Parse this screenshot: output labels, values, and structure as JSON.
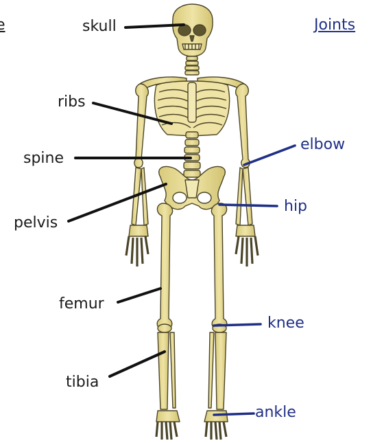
{
  "heading": "Joints",
  "edge_fragment": "e",
  "bones": [
    {
      "id": "skull",
      "label": "skull"
    },
    {
      "id": "ribs",
      "label": "ribs"
    },
    {
      "id": "spine",
      "label": "spine"
    },
    {
      "id": "pelvis",
      "label": "pelvis"
    },
    {
      "id": "femur",
      "label": "femur"
    },
    {
      "id": "tibia",
      "label": "tibia"
    }
  ],
  "joints": [
    {
      "id": "elbow",
      "label": "elbow"
    },
    {
      "id": "hip",
      "label": "hip"
    },
    {
      "id": "knee",
      "label": "knee"
    },
    {
      "id": "ankle",
      "label": "ankle"
    }
  ],
  "colors": {
    "bone_fill": "#e9dd97",
    "bone_outline": "#4a4427",
    "bone_shadow": "#cbbd6e",
    "bone_leader": "#111111",
    "joint_leader": "#1f2f86",
    "joint_text": "#1f2f86"
  }
}
